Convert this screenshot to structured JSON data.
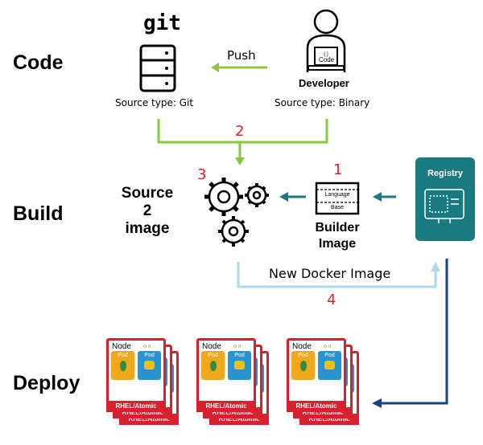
{
  "stages": {
    "code": "Code",
    "build": "Build",
    "deploy": "Deploy"
  },
  "git": {
    "logo": "git",
    "source_type": "Source type: Git"
  },
  "developer": {
    "label": "Developer",
    "laptop_text": "Code",
    "source_type": "Source type: Binary"
  },
  "push_label": "Push",
  "s2i": {
    "line1": "Source",
    "line2": "2",
    "line3": "image"
  },
  "builder": {
    "top": "Language",
    "bottom": "Base",
    "line1": "Builder",
    "line2": "Image"
  },
  "registry": {
    "label": "Registry"
  },
  "new_image_label": "New Docker Image",
  "steps": {
    "s1": "1",
    "s2": "2",
    "s3": "3",
    "s4": "4"
  },
  "node_card": {
    "node_label": "Node",
    "pod_label": "Pod",
    "footer": "RHEL/Atomic"
  },
  "colors": {
    "green": "#8cc53f",
    "teal": "#1a7a80",
    "light_blue": "#a8daea",
    "navy": "#1b3f8a",
    "red_card": "#d9202d",
    "orange_pod": "#f2a81d",
    "blue_pod": "#2594cf",
    "step_red": "#e0202a"
  }
}
